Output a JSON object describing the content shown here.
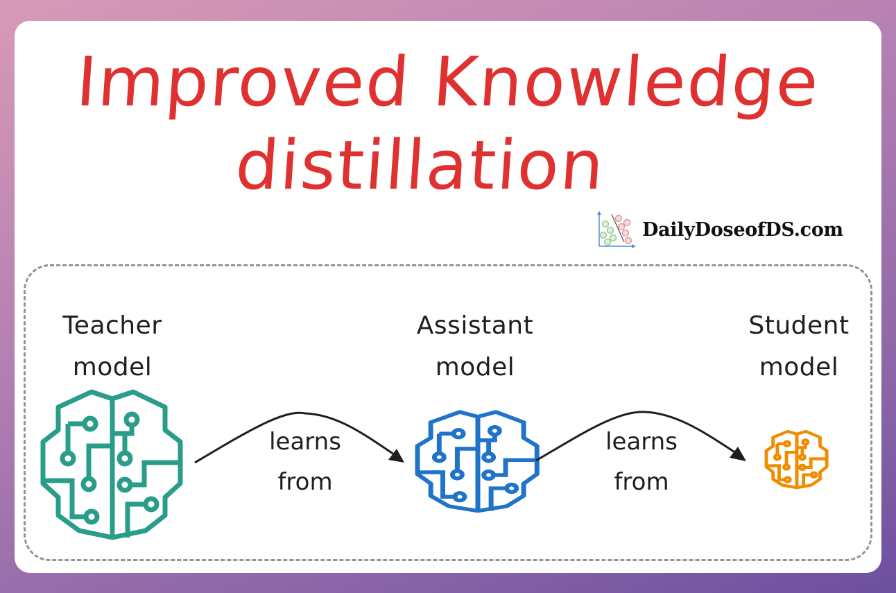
{
  "title": {
    "line1": "Improved Knowledge",
    "line2": "distillation",
    "color": "#e03131"
  },
  "brand": {
    "text": "DailyDoseofDS.com",
    "logo_icon": "scatter-classifier-logo"
  },
  "diagram": {
    "border_color": "#8d949b",
    "nodes": [
      {
        "id": "teacher",
        "line1": "Teacher",
        "line2": "model",
        "icon": "brain-circuit-icon",
        "color": "#2a9d8a"
      },
      {
        "id": "assistant",
        "line1": "Assistant",
        "line2": "model",
        "icon": "brain-circuit-icon",
        "color": "#1f73c9"
      },
      {
        "id": "student",
        "line1": "Student",
        "line2": "model",
        "icon": "brain-circuit-icon",
        "color": "#f08c00"
      }
    ],
    "edges": [
      {
        "from": "teacher",
        "to": "assistant",
        "line1": "learns",
        "line2": "from"
      },
      {
        "from": "assistant",
        "to": "student",
        "line1": "learns",
        "line2": "from"
      }
    ]
  }
}
